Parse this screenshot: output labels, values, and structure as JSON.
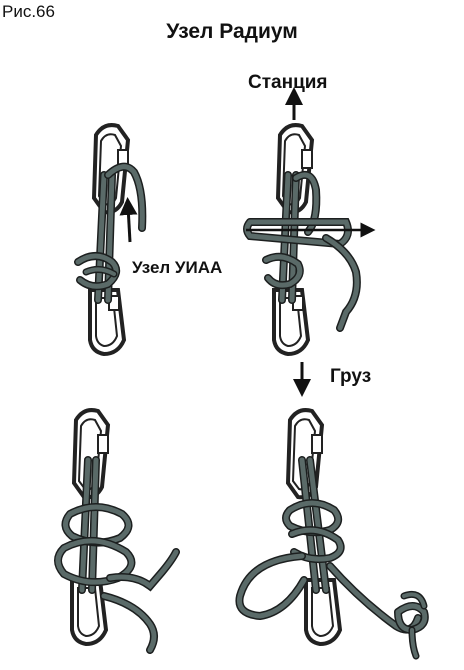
{
  "figure_label": "Рис.66",
  "title": "Узел Радиум",
  "labels": {
    "station": "Станция",
    "uiaa_knot": "Узел УИАА",
    "load": "Груз"
  },
  "colors": {
    "rope": "#5a6a68",
    "rope_outline": "#1c1f1f",
    "carabiner_outline": "#222222",
    "carabiner_fill": "#ffffff",
    "arrow": "#111111"
  }
}
